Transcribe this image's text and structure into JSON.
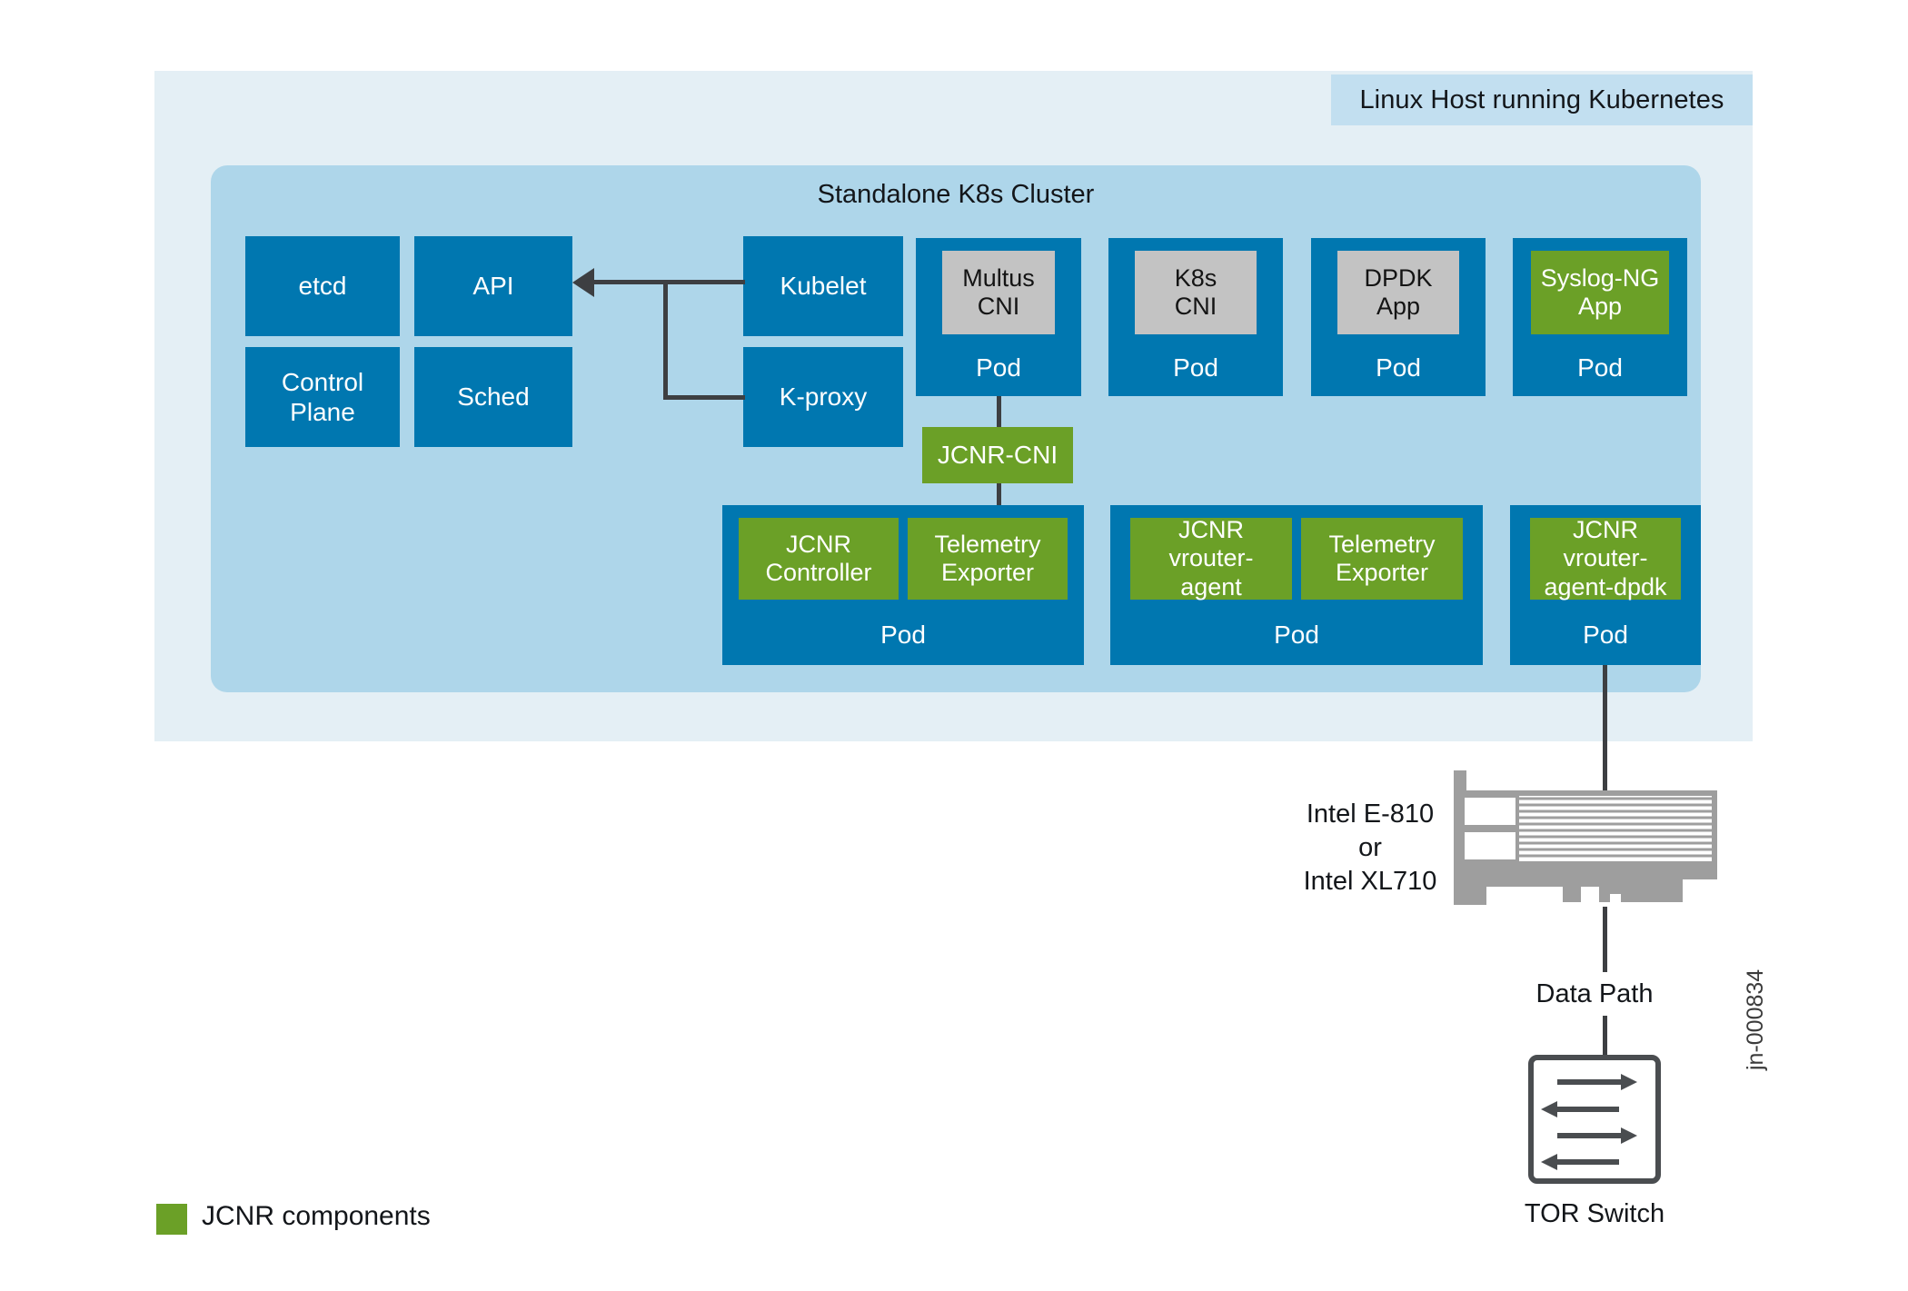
{
  "host": {
    "label": "Linux Host running Kubernetes"
  },
  "cluster": {
    "title": "Standalone K8s Cluster"
  },
  "control_plane_boxes": [
    {
      "label": "etcd"
    },
    {
      "label": "API"
    },
    {
      "label": "Control\nPlane"
    },
    {
      "label": "Sched"
    },
    {
      "label": "Kubelet"
    },
    {
      "label": "K-proxy"
    }
  ],
  "top_pods": [
    {
      "inner": "Multus\nCNI",
      "inner_style": "grey",
      "pod_label": "Pod"
    },
    {
      "inner": "K8s\nCNI",
      "inner_style": "grey",
      "pod_label": "Pod"
    },
    {
      "inner": "DPDK\nApp",
      "inner_style": "grey",
      "pod_label": "Pod"
    },
    {
      "inner": "Syslog-NG\nApp",
      "inner_style": "green",
      "pod_label": "Pod"
    }
  ],
  "jcnr_cni": {
    "label": "JCNR-CNI"
  },
  "bottom_pods": [
    {
      "pod_label": "Pod",
      "inners": [
        {
          "label": "JCNR\nController",
          "style": "green"
        },
        {
          "label": "Telemetry\nExporter",
          "style": "green"
        }
      ]
    },
    {
      "pod_label": "Pod",
      "inners": [
        {
          "label": "JCNR\nvrouter-\nagent",
          "style": "green"
        },
        {
          "label": "Telemetry\nExporter",
          "style": "green"
        }
      ]
    },
    {
      "pod_label": "Pod",
      "inners": [
        {
          "label": "JCNR\nvrouter-\nagent-dpdk",
          "style": "green"
        }
      ]
    }
  ],
  "nic": {
    "label": "Intel E-810\nor\nIntel XL710"
  },
  "data_path": {
    "label": "Data Path"
  },
  "tor": {
    "label": "TOR Switch"
  },
  "legend": {
    "label": "JCNR components",
    "color": "#6ba027"
  },
  "watermark": {
    "id": "jn-000834"
  },
  "colors": {
    "host_panel": "#e4eff5",
    "host_label_band": "#c2dff0",
    "cluster_bg": "#aed6ea",
    "component_blue": "#0077b0",
    "jcnr_green": "#6ba027",
    "neutral_grey": "#c3c3c3",
    "connector": "#3d3f42",
    "nic_grey": "#9e9e9e",
    "tor_outline": "#4a4d50"
  }
}
